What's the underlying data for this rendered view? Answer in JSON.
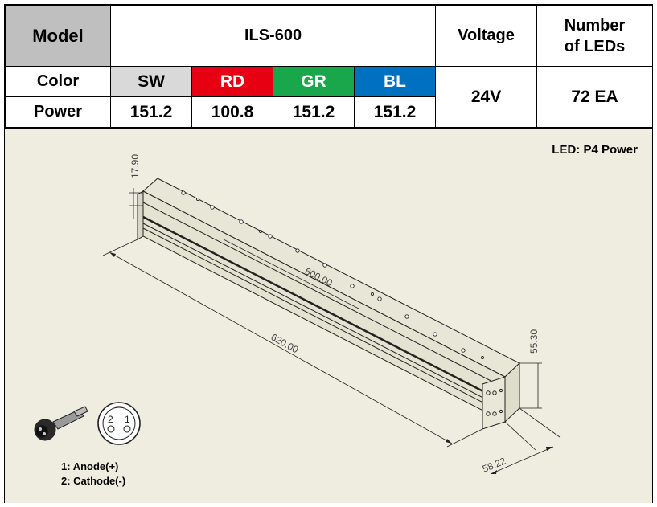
{
  "table": {
    "model_label": "Model",
    "model_value": "ILS-600",
    "voltage_label": "Voltage",
    "leds_label_line1": "Number",
    "leds_label_line2": "of LEDs",
    "color_label": "Color",
    "power_label": "Power",
    "colors": [
      "SW",
      "RD",
      "GR",
      "BL"
    ],
    "powers": [
      "151.2",
      "100.8",
      "151.2",
      "151.2"
    ],
    "voltage_value": "24V",
    "leds_value": "72 EA",
    "color_hex": {
      "SW": "#d9d9d9",
      "RD": "#e60012",
      "GR": "#1aa64a",
      "BL": "#0070c0"
    }
  },
  "drawing": {
    "led_note": "LED: P4 Power",
    "dim_height": "17.90",
    "dim_inner_length": "600.00",
    "dim_total_length": "620.00",
    "dim_side": "55.30",
    "dim_width": "58.22",
    "pin1": "1: Anode(+)",
    "pin2": "2: Cathode(-)",
    "connector_pin_labels": [
      "2",
      "1"
    ]
  }
}
